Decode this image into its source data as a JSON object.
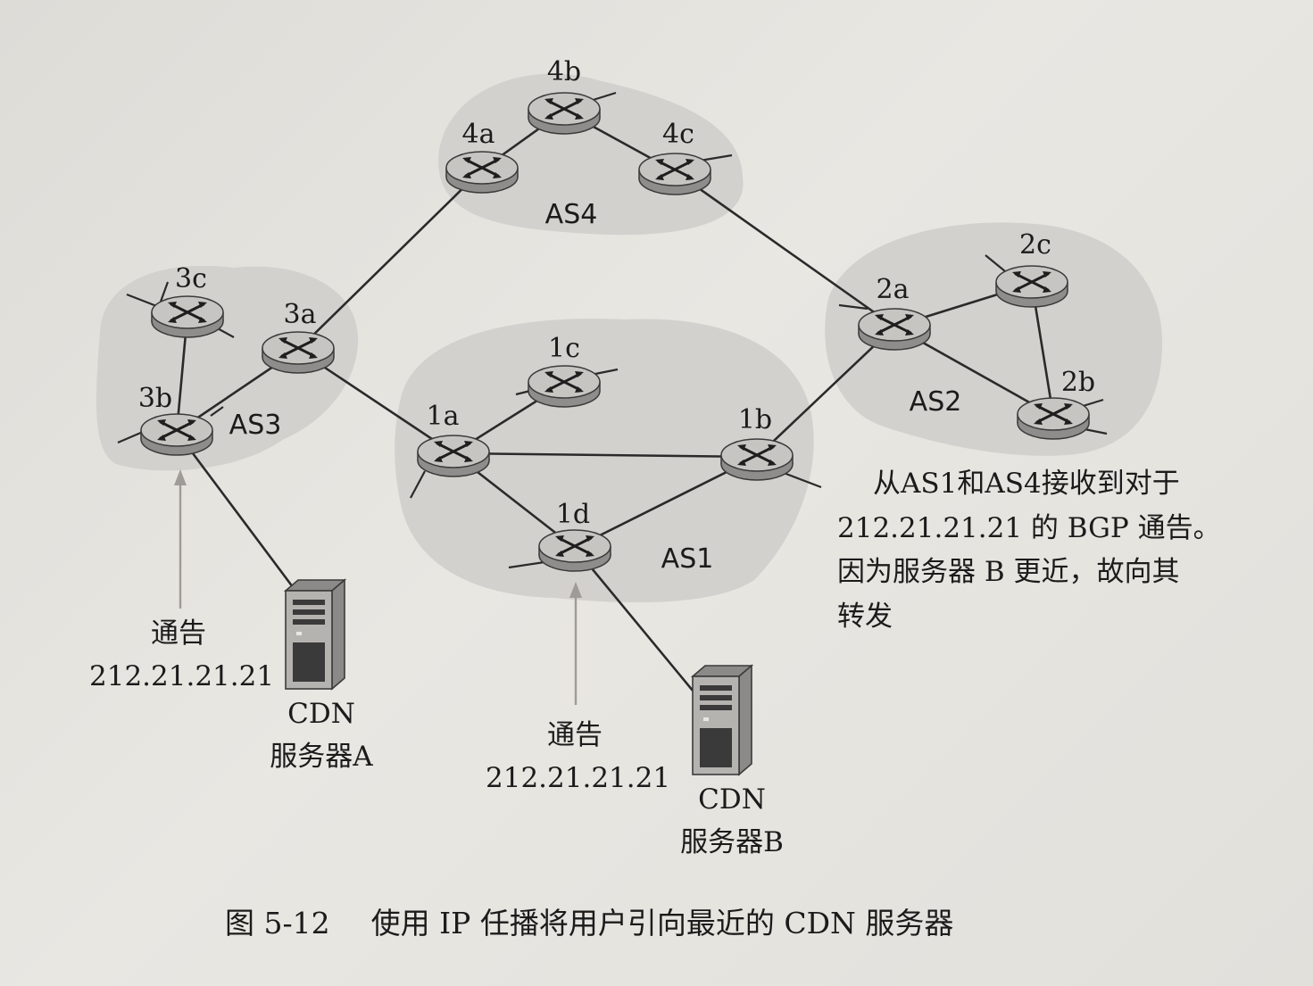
{
  "diagram": {
    "autonomous_systems": [
      {
        "id": "AS1",
        "label": "AS1",
        "routers": [
          "1a",
          "1b",
          "1c",
          "1d"
        ]
      },
      {
        "id": "AS2",
        "label": "AS2",
        "routers": [
          "2a",
          "2b",
          "2c"
        ]
      },
      {
        "id": "AS3",
        "label": "AS3",
        "routers": [
          "3a",
          "3b",
          "3c"
        ]
      },
      {
        "id": "AS4",
        "label": "AS4",
        "routers": [
          "4a",
          "4b",
          "4c"
        ]
      }
    ],
    "routers": {
      "r4a": "4a",
      "r4b": "4b",
      "r4c": "4c",
      "r3a": "3a",
      "r3b": "3b",
      "r3c": "3c",
      "r1a": "1a",
      "r1b": "1b",
      "r1c": "1c",
      "r1d": "1d",
      "r2a": "2a",
      "r2b": "2b",
      "r2c": "2c"
    },
    "links": [
      [
        "4a",
        "4b"
      ],
      [
        "4b",
        "4c"
      ],
      [
        "4a",
        "3a"
      ],
      [
        "4c",
        "2a"
      ],
      [
        "3a",
        "3b"
      ],
      [
        "3c",
        "3b"
      ],
      [
        "3a",
        "1a"
      ],
      [
        "1a",
        "1c"
      ],
      [
        "1a",
        "1b"
      ],
      [
        "1a",
        "1d"
      ],
      [
        "1d",
        "1b"
      ],
      [
        "1b",
        "2a"
      ],
      [
        "2a",
        "2c"
      ],
      [
        "2a",
        "2b"
      ],
      [
        "2c",
        "2b"
      ],
      [
        "3b",
        "CDN服务器A"
      ],
      [
        "1d",
        "CDN服务器B"
      ]
    ],
    "servers": {
      "a": {
        "line1": "CDN",
        "line2": "服务器A",
        "attached_to": "3b"
      },
      "b": {
        "line1": "CDN",
        "line2": "服务器B",
        "attached_to": "1d"
      }
    },
    "announcements": {
      "left": {
        "line1": "通告",
        "line2": "212.21.21.21",
        "into": "3b"
      },
      "middle": {
        "line1": "通告",
        "line2": "212.21.21.21",
        "into": "1d"
      }
    },
    "note": {
      "line1": "从AS1和AS4接收到对于",
      "line2": "212.21.21.21 的  BGP  通告。",
      "line3": "因为服务器 B 更近，故向其",
      "line4": "转发"
    }
  },
  "caption": {
    "number": "图 5-12",
    "text": "使用 IP 任播将用户引向最近的 CDN 服务器"
  },
  "colors": {
    "page": "#e4e2dd",
    "as_region": "#d3d1cd",
    "router_top": "#c7c5c2",
    "arrow": "#9e9b98",
    "text": "#1b1b1b"
  }
}
